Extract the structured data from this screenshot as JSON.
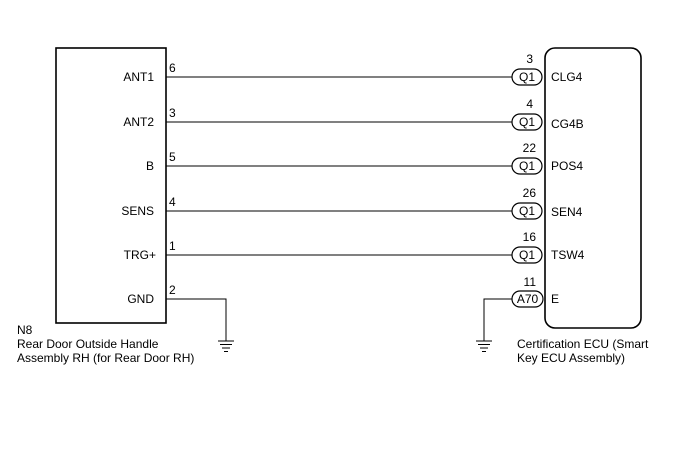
{
  "left_component": {
    "code": "N8",
    "name_line1": "Rear Door Outside Handle",
    "name_line2": "Assembly RH (for Rear Door RH)"
  },
  "right_component": {
    "name_line1": "Certification ECU (Smart",
    "name_line2": "Key ECU Assembly)"
  },
  "wires": [
    {
      "left_label": "ANT1",
      "left_pin": "6",
      "connector": "Q1",
      "right_pin": "3",
      "right_label": "CLG4"
    },
    {
      "left_label": "ANT2",
      "left_pin": "3",
      "connector": "Q1",
      "right_pin": "4",
      "right_label": "CG4B"
    },
    {
      "left_label": "B",
      "left_pin": "5",
      "connector": "Q1",
      "right_pin": "22",
      "right_label": "POS4"
    },
    {
      "left_label": "SENS",
      "left_pin": "4",
      "connector": "Q1",
      "right_pin": "26",
      "right_label": "SEN4"
    },
    {
      "left_label": "TRG+",
      "left_pin": "1",
      "connector": "Q1",
      "right_pin": "16",
      "right_label": "TSW4"
    }
  ],
  "ground": {
    "left_label": "GND",
    "left_pin": "2",
    "connector": "A70",
    "right_pin": "11",
    "right_label": "E"
  }
}
